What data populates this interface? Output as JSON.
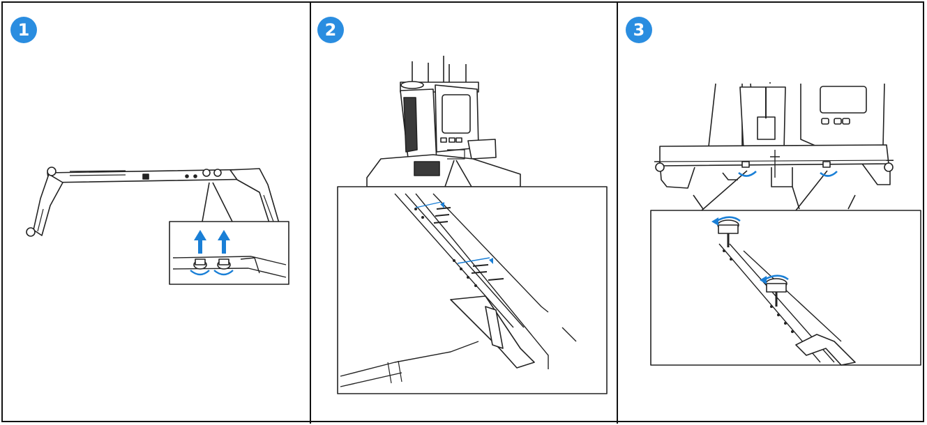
{
  "steps": [
    {
      "number": "1"
    },
    {
      "number": "2"
    },
    {
      "number": "3"
    }
  ],
  "colors": {
    "badge": "#2a8de0",
    "arrow": "#1a7fd6",
    "line": "#222222",
    "fill_dark": "#3a3a3a"
  }
}
